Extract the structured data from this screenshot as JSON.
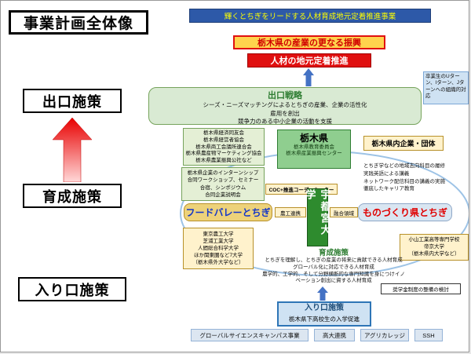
{
  "slide": {
    "title": "事業計画全体像",
    "banner": "輝くとちぎをリードする人材育成地元定着推進事業",
    "goals": {
      "industry": "栃木県の産業の更なる振興",
      "retention": "人材の地元定着推進"
    }
  },
  "left_flow": {
    "exit_label": "出口施策",
    "develop_label": "育成施策",
    "entry_label": "入り口施策"
  },
  "uturn_note": "卒業生のUターン、Iターン、Jターンへの組織的対応",
  "exit_strategy": {
    "title": "出口戦略",
    "lines": [
      "シーズ・ニーズマッチングによるとちぎの産業、企業の活性化",
      "雇用を創出",
      "競争力のある中小企業の活動を支援"
    ]
  },
  "economic_orgs": {
    "lines": [
      "栃木県経済同友会",
      "栃木県経営者協会",
      "栃木県商工会議所連合会",
      "栃木県農産物マーケティング協会",
      "栃木県農業振興公社など"
    ]
  },
  "tochigi_pref": {
    "title": "栃木県",
    "lines": [
      "栃木県教育委員会",
      "栃木県産業振興センター"
    ]
  },
  "companies_box": "栃木県内企業・団体",
  "internship_box": {
    "lines": [
      "栃木県企業のインターンシップ",
      "合同ワークショップ、セミナー",
      "合宿、シンポジウム",
      "合同企業説明会"
    ]
  },
  "coordinator_box": "COC+推進コーディネーター",
  "university": "宇都宮大学",
  "food_valley": "フードバレーとちぎ",
  "monodukuri": "ものづくり県とちぎ",
  "noko_renkei": "農工連携",
  "yugo_ryoiki": "融合領域",
  "career_education": {
    "lines": [
      "とちぎ学などの地域志向科目の履修",
      "実践英語による講義",
      "ネットワーク配信科目の講義の実施",
      "徹底したキャリア教育"
    ]
  },
  "partner_universities": {
    "lines": [
      "東京農工大学",
      "芝浦工業大学",
      "人間総合科学大学",
      "ほか関東圏など7大学",
      "（栃木県外大学など）"
    ]
  },
  "local_schools": {
    "lines": [
      "小山工業高等専門学校",
      "帝京大学",
      "（栃木県内大学など）"
    ]
  },
  "development_policy": {
    "title": "育成施策",
    "lines": [
      "とちぎを理解し、とちぎの産業の将来に貢献できる人材育成",
      "グローバル化に対応できる人材育成",
      "農学的、工学的、そして分野横断的な専門知識を身につけイノベーション創出に資する人材育成"
    ]
  },
  "scholarship_note": "奨学金制度の整備の検討",
  "entry_policy": {
    "title": "入り口施策",
    "line": "栃木県下高校生の入学促進"
  },
  "bottom_programs": [
    "グローバルサイエンスキャンパス事業",
    "高大連携",
    "アグリカレッジ",
    "SSH"
  ],
  "colors": {
    "banner_blue": "#2d59a8",
    "banner_text": "#ffff00",
    "accent_red": "#e01010",
    "goal_yellow": "#ffd34d",
    "green_dark": "#2e8b2e",
    "green_light": "#d9ead3",
    "cream": "#fff2cc",
    "light_blue": "#cfe2f3",
    "food_valley_text": "#1537c8",
    "monodukuri_text": "#e00000"
  }
}
